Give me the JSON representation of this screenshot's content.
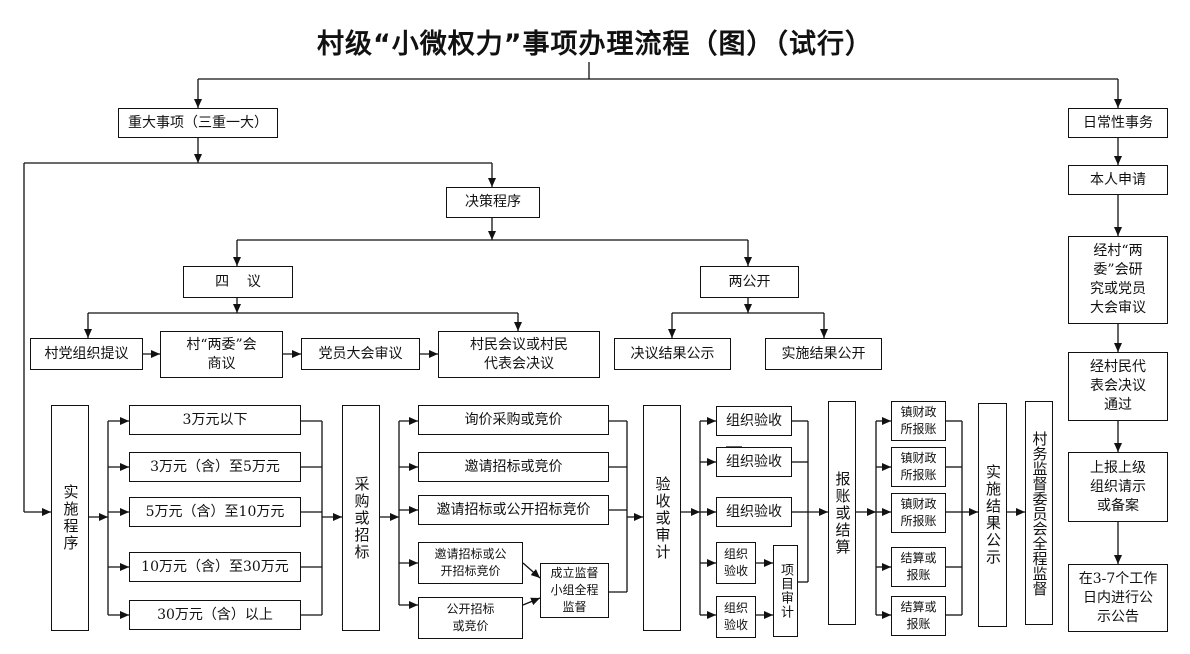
{
  "title": "村级“小微权力”事项办理流程（图）（试行）",
  "nodes": {
    "major": "重大事项（三重一大）",
    "routine": "日常性事务",
    "decision": "决策程序",
    "four": "四    议",
    "two_public": "两公开",
    "party_propose": "村党组织提议",
    "two_committees": "村“两委”会\n商议",
    "party_members": "党员大会审议",
    "villagers": "村民会议或村民\n代表会决议",
    "resolution_public": "决议结果公示",
    "result_public": "实施结果公开",
    "apply": "本人申请",
    "r_review": "经村“两\n委”会研\n究或党员\n大会审议",
    "r_pass": "经村民代\n表会决议\n通过",
    "r_report": "上报上级\n组织请示\n或备案",
    "r_announce": "在3-7个工作\n日内进行公\n示公告",
    "implement": "实施程序",
    "amt1": "3万元以下",
    "amt2": "3万元（含）至5万元",
    "amt3": "5万元（含）至10万元",
    "amt4": "10万元（含）至30万元",
    "amt5": "30万元（含）以上",
    "procure": "采购或招标",
    "p1": "询价采购或竞价",
    "p2": "邀请招标或竞价",
    "p3": "邀请招标或公开招标竞价",
    "p4": "邀请招标或公\n开招标竞价",
    "p5": "公开招标\n或竞价",
    "supervise": "成立监督\n小组全程\n监督",
    "accept": "验收或审计",
    "a1": "组织验收",
    "a2": "组织验收",
    "a3": "组织验收",
    "a4": "组织\n验收",
    "a5": "组织\n验收",
    "audit": "项目审计",
    "settle": "报账或结算",
    "s1": "镇财政\n所报账",
    "s2": "镇财政\n所报账",
    "s3": "镇财政\n所报账",
    "s4": "结算或\n报账",
    "s5": "结算或\n报账",
    "impl_public": "实施结果公示",
    "supervision_all": "村务监督委员会全程监督"
  }
}
